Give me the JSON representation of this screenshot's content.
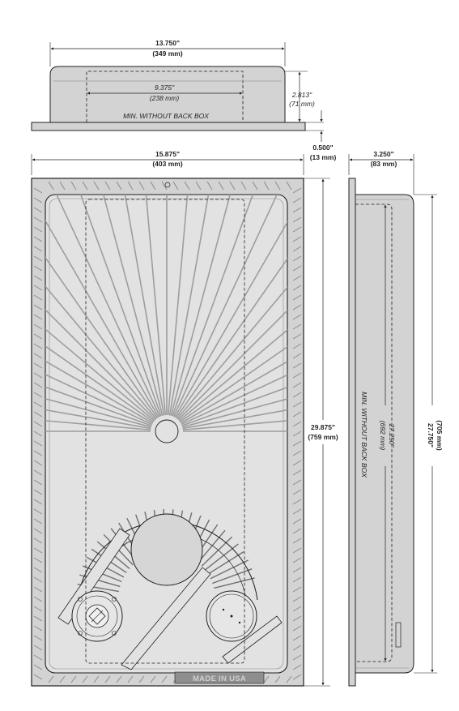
{
  "colors": {
    "line": "#231f20",
    "body_fill": "#d3d3d3",
    "panel_fill": "#dedede",
    "recess_fill": "#e2e2e2",
    "rib": "#9d9d9d"
  },
  "top_view": {
    "overall_width": {
      "imperial": "13.750\"",
      "metric": "(349 mm)"
    },
    "inner_width": {
      "imperial": "9.375\"",
      "metric": "(238 mm)"
    },
    "depth": {
      "imperial": "2.813\"",
      "metric": "(71 mm)"
    },
    "note": "MIN. WITHOUT BACK BOX"
  },
  "front_view": {
    "flange_thickness": {
      "imperial": "0.500\"",
      "metric": "(13 mm)"
    },
    "overall_width": {
      "imperial": "15.875\"",
      "metric": "(403 mm)"
    },
    "overall_height": {
      "imperial": "29.875\"",
      "metric": "(759 mm)"
    },
    "stamp": "MADE IN USA"
  },
  "side_view": {
    "depth": {
      "imperial": "3.250\"",
      "metric": "(83 mm)"
    },
    "inner_height": {
      "imperial": "27.250\"",
      "metric": "(692 mm)"
    },
    "outer_height": {
      "imperial": "27.750\"",
      "metric": "(705 mm)"
    },
    "note": "MIN. WITHOUT BACK BOX"
  }
}
